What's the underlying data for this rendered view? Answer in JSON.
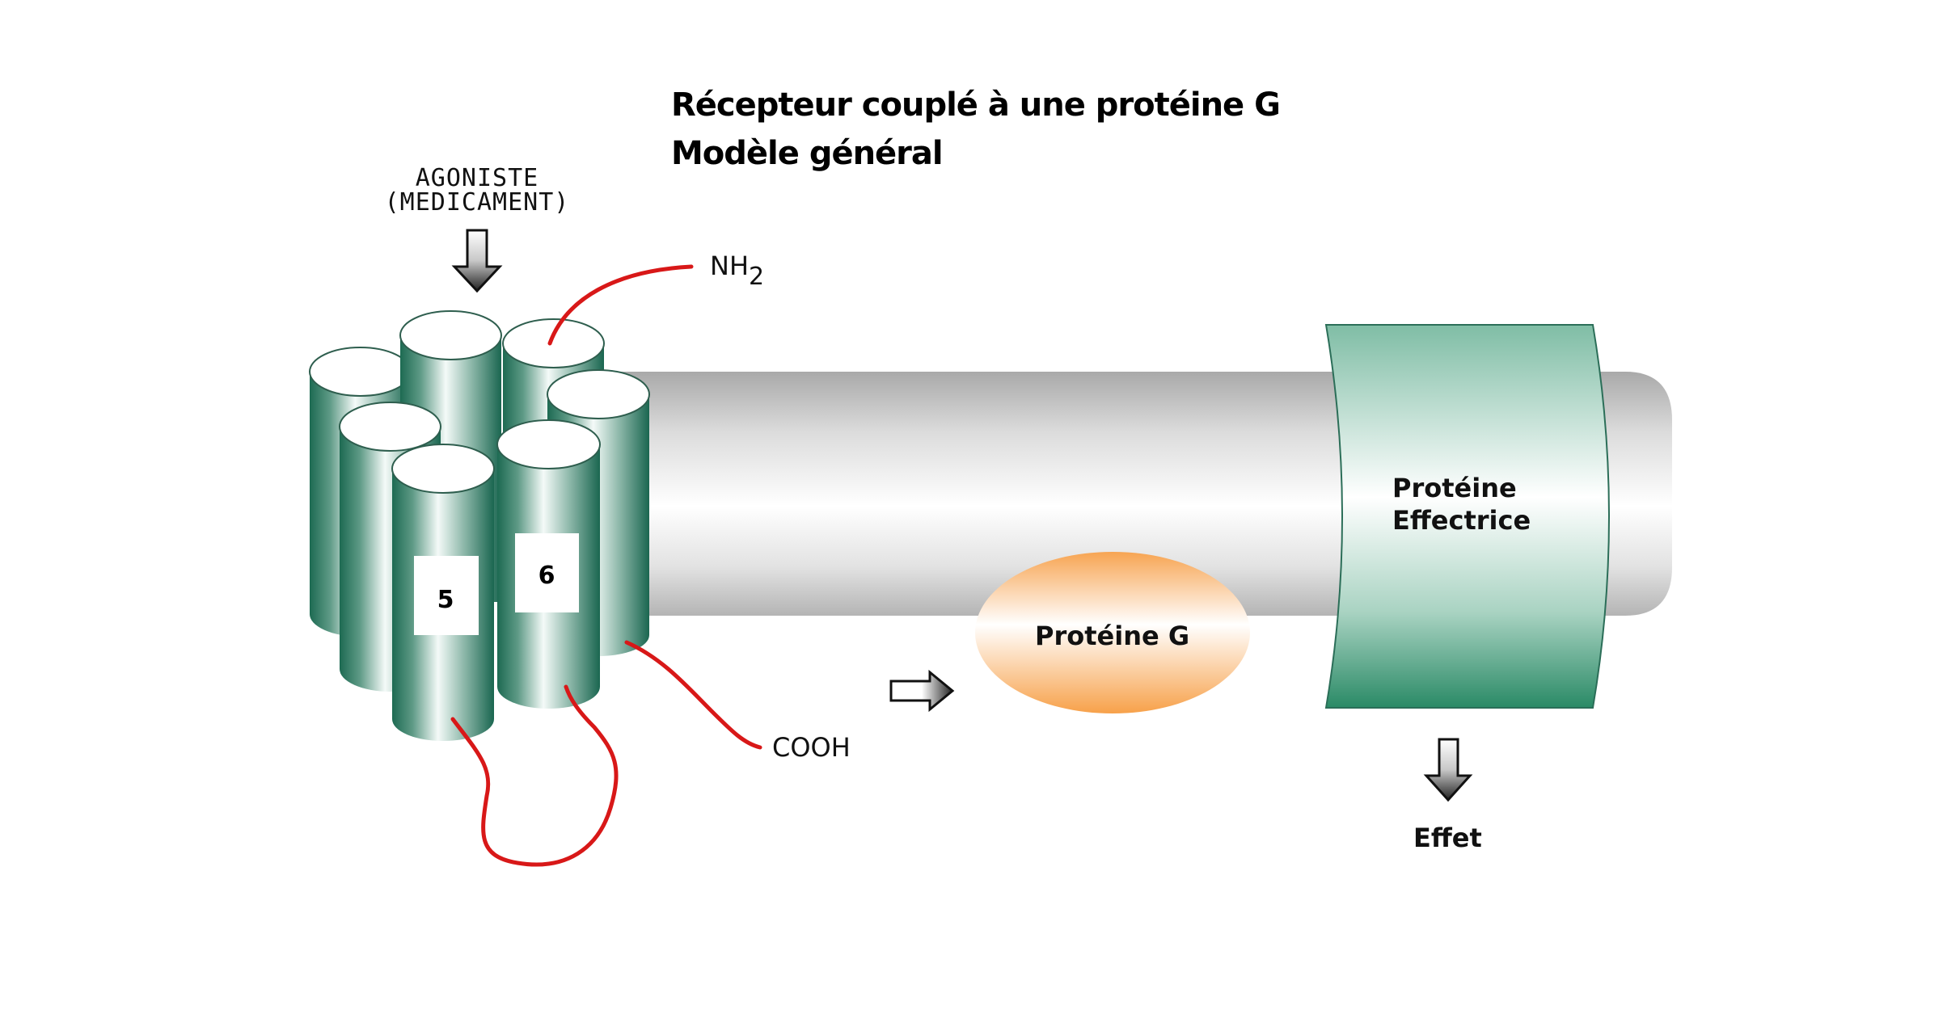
{
  "title": {
    "line1": "Récepteur couplé à une protéine G",
    "line2": "Modèle général"
  },
  "labels": {
    "agonist_line1": "AGONISTE",
    "agonist_line2": "(MEDICAMENT)",
    "n_terminus": "NH",
    "n_terminus_sub": "2",
    "c_terminus": "COOH",
    "helix_5": "5",
    "helix_6": "6",
    "g_protein": "Protéine G",
    "effector_line1": "Protéine",
    "effector_line2": "Effectrice",
    "effect": "Effet"
  },
  "colors": {
    "helix_green": "#1f6e55",
    "effector_green": "#2f8c6a",
    "loop_red": "#d81818",
    "g_protein_orange": "#f7a14a",
    "membrane_gray": "#b9b9b9"
  },
  "icons": [
    "down-arrow-icon",
    "right-arrow-icon",
    "down-arrow-icon"
  ]
}
